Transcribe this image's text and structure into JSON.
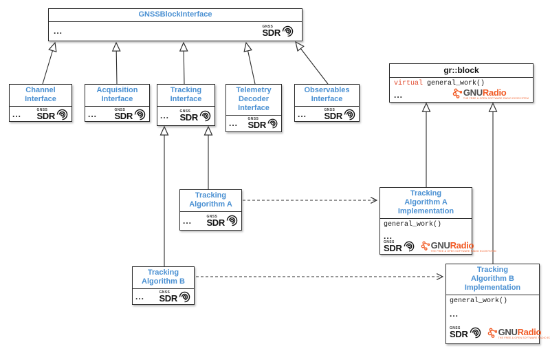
{
  "colors": {
    "accent_blue": "#4a90d2",
    "code_keyword_red": "#e04b2f",
    "gnuradio_orange": "#f15a24",
    "gnu_gray": "#4d4d4d",
    "line_color": "#2b2b2b"
  },
  "logos": {
    "sdr": {
      "top": "GNSS",
      "main": "SDR"
    },
    "gnuradio": {
      "gnu": "GNU",
      "radio": "Radio",
      "tagline": "THE FREE & OPEN SOFTWARE RADIO ECOSYSTEM"
    }
  },
  "boxes": {
    "gnss_block_interface": {
      "title": "GNSSBlockInterface",
      "ellipsis": "..."
    },
    "channel_interface": {
      "title": "Channel\nInterface",
      "ellipsis": "..."
    },
    "acquisition_interface": {
      "title": "Acquisition\nInterface",
      "ellipsis": "..."
    },
    "tracking_interface": {
      "title": "Tracking\nInterface",
      "ellipsis": "..."
    },
    "telemetry_decoder_interface": {
      "title": "Telemetry\nDecoder\nInterface",
      "ellipsis": "..."
    },
    "observables_interface": {
      "title": "Observables\nInterface",
      "ellipsis": "..."
    },
    "gr_block": {
      "title": "gr::block",
      "code_keyword": "virtual",
      "code_rest": " general_work()",
      "ellipsis": "..."
    },
    "tracking_algorithm_a": {
      "title": "Tracking\nAlgorithm A",
      "ellipsis": "..."
    },
    "tracking_algorithm_b": {
      "title": "Tracking\nAlgorithm B",
      "ellipsis": "..."
    },
    "tracking_algorithm_a_impl": {
      "title": "Tracking\nAlgorithm A\nImplementation",
      "code": "general_work()",
      "ellipsis": "..."
    },
    "tracking_algorithm_b_impl": {
      "title": "Tracking\nAlgorithm B\nImplementation",
      "code": "general_work()",
      "ellipsis": "..."
    }
  },
  "edges": [
    {
      "from": "channel_interface",
      "to": "gnss_block_interface",
      "type": "inheritance"
    },
    {
      "from": "acquisition_interface",
      "to": "gnss_block_interface",
      "type": "inheritance"
    },
    {
      "from": "tracking_interface",
      "to": "gnss_block_interface",
      "type": "inheritance"
    },
    {
      "from": "telemetry_decoder_interface",
      "to": "gnss_block_interface",
      "type": "inheritance"
    },
    {
      "from": "observables_interface",
      "to": "gnss_block_interface",
      "type": "inheritance"
    },
    {
      "from": "tracking_algorithm_a",
      "to": "tracking_interface",
      "type": "inheritance"
    },
    {
      "from": "tracking_algorithm_b",
      "to": "tracking_interface",
      "type": "inheritance"
    },
    {
      "from": "tracking_algorithm_a_impl",
      "to": "gr_block",
      "type": "inheritance"
    },
    {
      "from": "tracking_algorithm_b_impl",
      "to": "gr_block",
      "type": "inheritance"
    },
    {
      "from": "tracking_algorithm_a",
      "to": "tracking_algorithm_a_impl",
      "type": "dashed-dependency"
    },
    {
      "from": "tracking_algorithm_b",
      "to": "tracking_algorithm_b_impl",
      "type": "dashed-dependency"
    }
  ]
}
